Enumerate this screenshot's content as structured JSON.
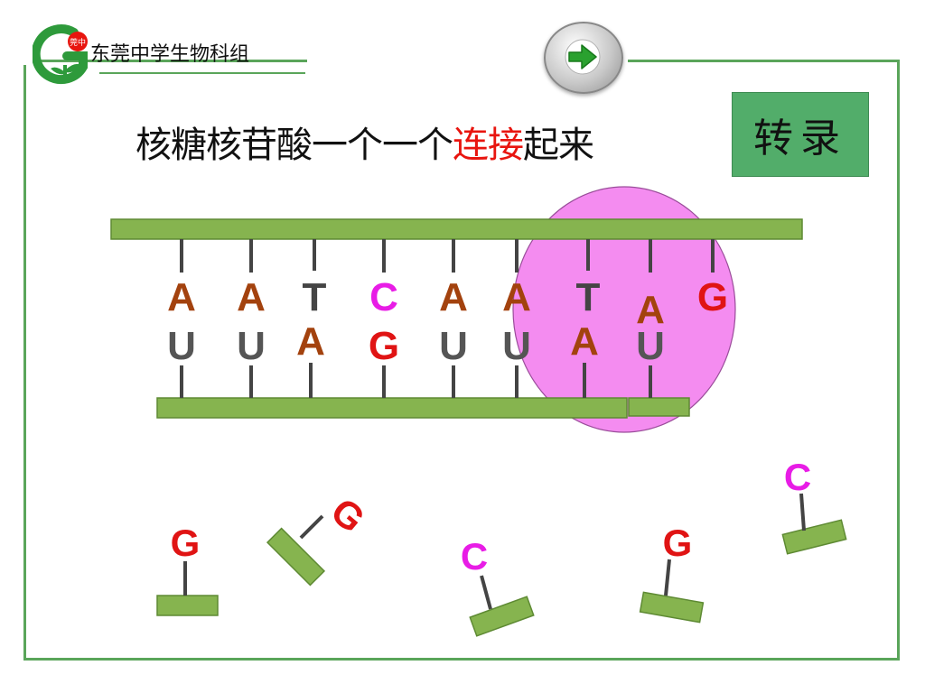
{
  "header": {
    "org_name": "东莞中学生物科组",
    "logo_mark_text": "莞中"
  },
  "title": {
    "part1": "核糖核苷酸一个一个",
    "highlight": "连接",
    "part2": "起来"
  },
  "buttons": {
    "transcribe_label": "转录",
    "next_icon": "right-arrow-icon"
  },
  "colors": {
    "strand": "#86b44f",
    "strand_border": "#5e8a33",
    "enzyme": "#f48cf0",
    "base_A": "#a3420e",
    "base_U": "#555555",
    "base_T": "#444444",
    "base_C": "#e81ce6",
    "base_G": "#e01414",
    "highlight_text": "#e8150f",
    "frame": "#5aa55a",
    "button_green": "#52ad6a"
  },
  "diagram": {
    "template_bases": [
      "A",
      "A",
      "T",
      "C",
      "A",
      "A",
      "T",
      "A",
      "G"
    ],
    "rna_bases": [
      "U",
      "U",
      "A",
      "G",
      "U",
      "U",
      "A",
      "U"
    ],
    "free_nucleotides": [
      "G",
      "G",
      "C",
      "G",
      "C"
    ]
  }
}
